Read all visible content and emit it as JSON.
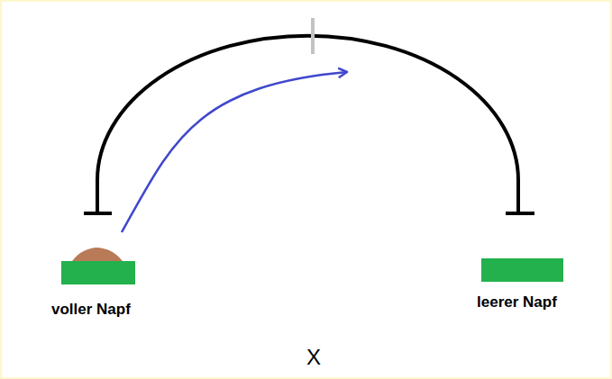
{
  "diagram": {
    "nodes": [
      {
        "text": [
          "voller Napf"
        ]
      },
      {
        "text": [
          "leerer Napf"
        ]
      }
    ],
    "labels": [
      "X"
    ]
  }
}
